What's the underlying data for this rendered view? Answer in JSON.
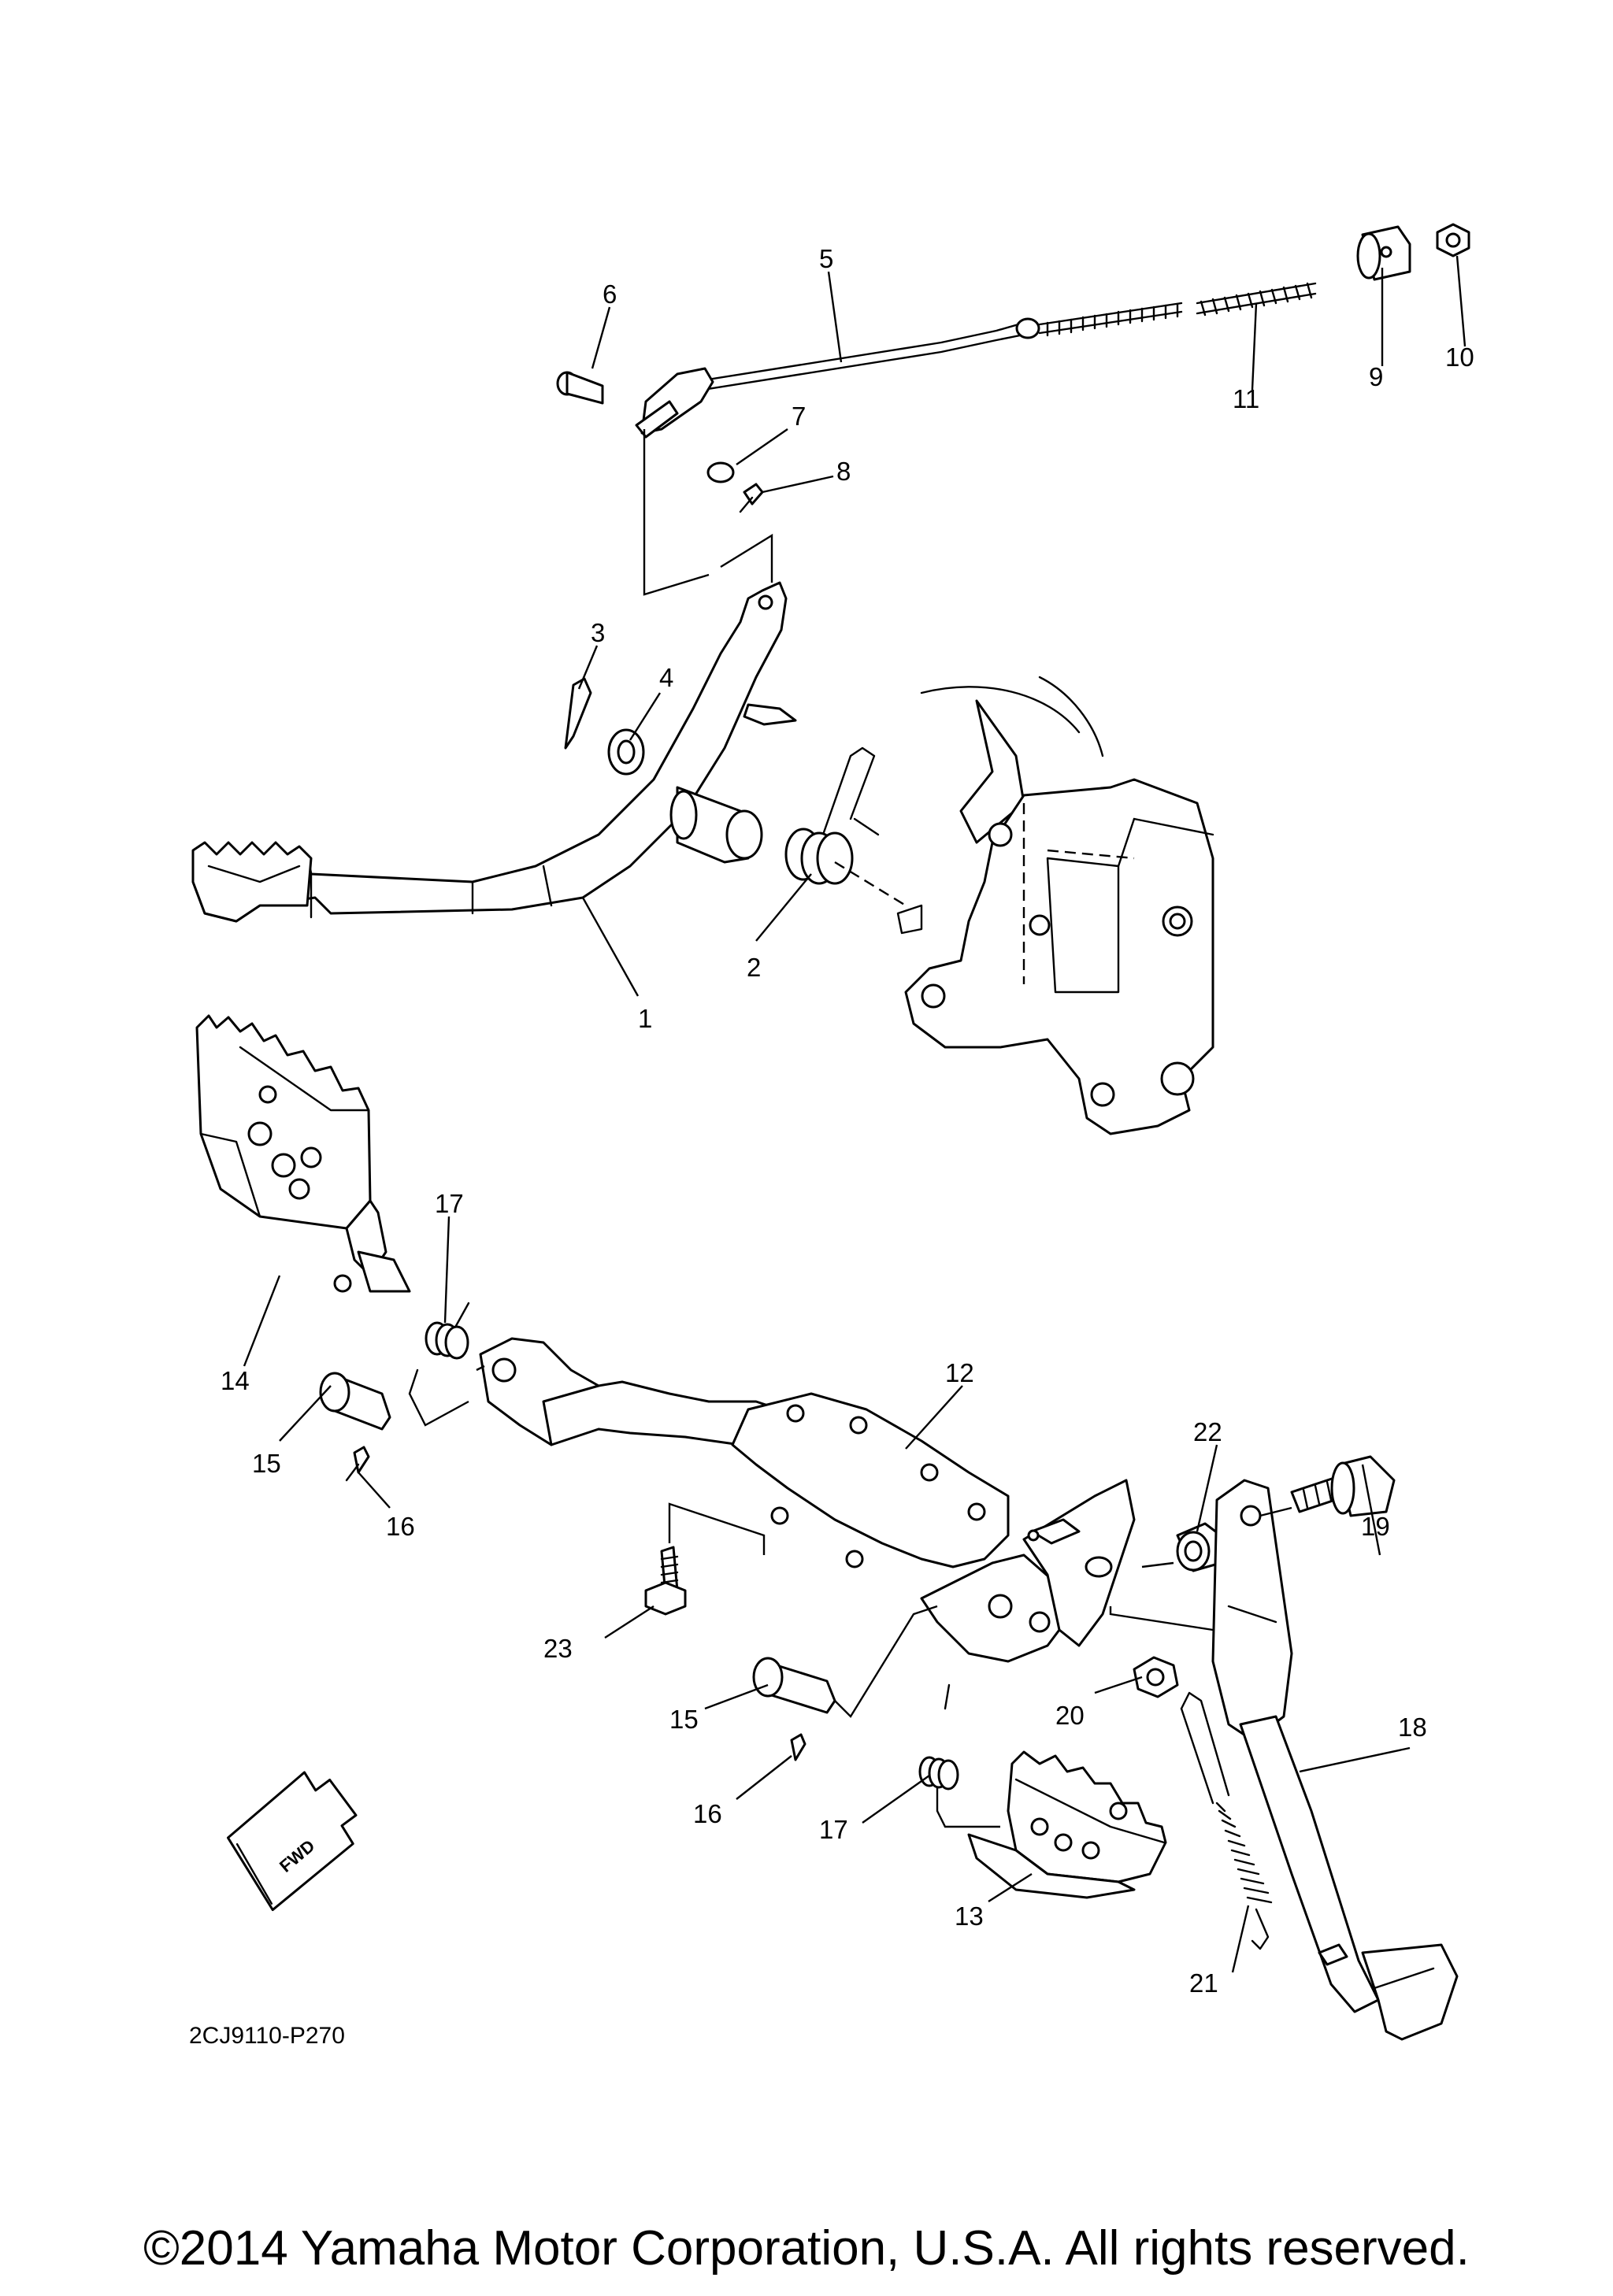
{
  "diagram_code": "2CJ9110-P270",
  "copyright": "©2014 Yamaha Motor Corporation, U.S.A. All rights reserved.",
  "fwd_label": "FWD",
  "callouts": [
    "1",
    "2",
    "3",
    "4",
    "5",
    "6",
    "7",
    "8",
    "9",
    "10",
    "11",
    "12",
    "13",
    "14",
    "15",
    "16",
    "17",
    "18",
    "19",
    "20",
    "21",
    "22",
    "23"
  ],
  "callout_repeats": {
    "15b": "15",
    "16b": "16",
    "17b": "17"
  }
}
